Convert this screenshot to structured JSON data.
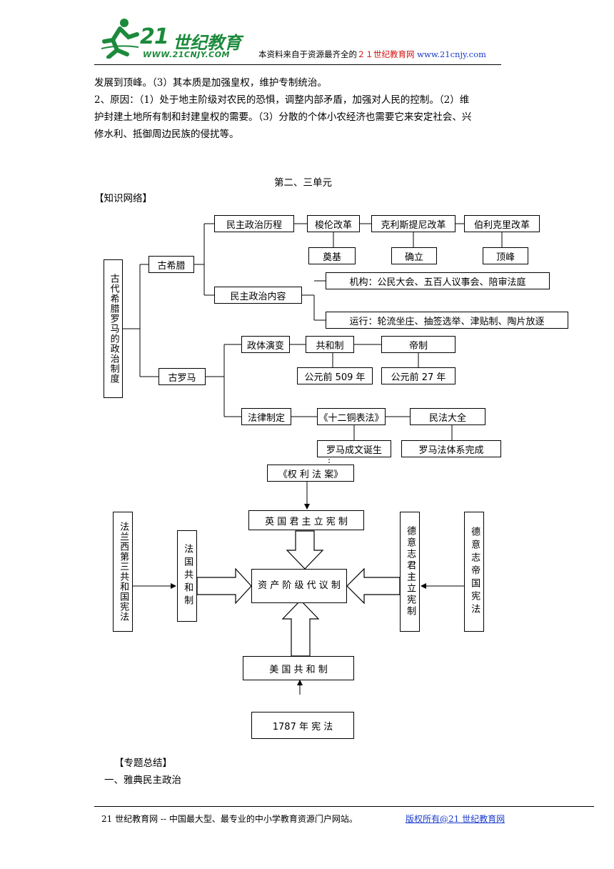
{
  "header": {
    "logo_num": "21",
    "logo_cn": "世纪教育",
    "logo_url": "WWW.21CNJY.COM",
    "note_prefix": "本资料来自于资源最齐全的",
    "note_site": "２１世纪教育网",
    "note_url": "www.21cnjy.com"
  },
  "body": {
    "line1": "发展到顶峰。（3）其本质是加强皇权，维护专制统治。",
    "line2": "2、原因：（1）处于地主阶级对农民的恐惧，调整内部矛盾，加强对人民的控制。（2）维",
    "line3": "护封建土地所有制和封建皇权的需要。（3）分散的个体小农经济也需要它来安定社会、兴",
    "line4": "修水利、抵御周边民族的侵扰等。",
    "unit_title": "第二、三单元",
    "network_heading": "【知识网络】",
    "summary_heading": "【专题总结】",
    "summary_item": "一、雅典民主政治"
  },
  "diagram1": {
    "root": "古代希腊罗马的政治制度",
    "greece": "古希腊",
    "rome": "古罗马",
    "democracy_process": "民主政治历程",
    "solon": "梭伦改革",
    "cleisthenes": "克利斯提尼改革",
    "pericles": "伯利克里改革",
    "foundation": "奠基",
    "establish": "确立",
    "peak": "顶峰",
    "democracy_content": "民主政治内容",
    "institution": "机构：公民大会、五百人议事会、陪审法庭",
    "operation": "运行：轮流坐庄、抽签选举、津贴制、陶片放逐",
    "polity": "政体演变",
    "republic": "共和制",
    "empire": "帝制",
    "bc509": "公元前 509 年",
    "bc27": "公元前 27 年",
    "law": "法律制定",
    "twelve_tables": "《十二铜表法》",
    "civil_code": "民法大全",
    "written_law": "罗马成文诞生",
    "law_system": "罗马法体系完成"
  },
  "diagram2": {
    "bill_of_rights": "《权 利 法 案》",
    "uk": "英 国 君 主 立 宪 制",
    "center": "资 产 阶 级 代 议 制",
    "france_const": "法兰西第三共和国宪法",
    "france_republic": "法国共和制",
    "germany_monarchy": "德意志君主立宪制",
    "germany_const": "德意志帝国宪法",
    "usa": "美 国 共 和 制",
    "const_1787": "1787 年 宪 法"
  },
  "footer": {
    "text": "21 世纪教育网 -- 中国最大型、最专业的中小学教育资源门户网站。",
    "copyright": "版权所有@21 世纪教育网"
  }
}
